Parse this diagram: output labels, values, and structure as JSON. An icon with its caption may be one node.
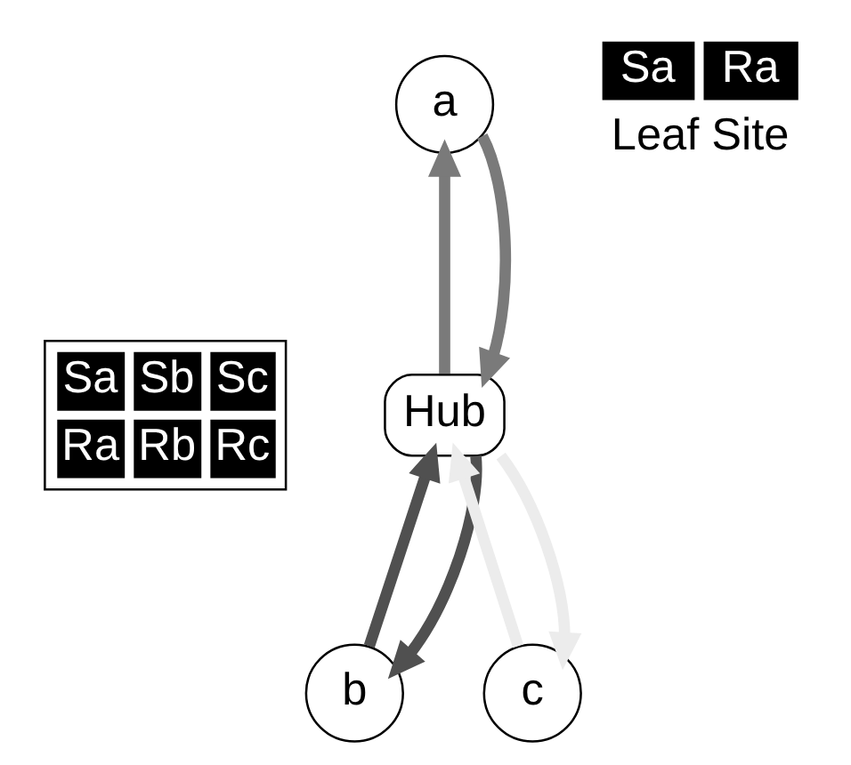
{
  "diagram": {
    "nodes": [
      {
        "text": [
          "a"
        ],
        "beside": [
          "Sa",
          "Ra",
          "Leaf Site"
        ]
      },
      {
        "text": [
          "Hub"
        ],
        "beside": [
          "Sa",
          "Sb",
          "Sc",
          "Ra",
          "Rb",
          "Rc"
        ]
      },
      {
        "text": [
          "b"
        ]
      },
      {
        "text": [
          "c"
        ]
      }
    ],
    "edges": [
      {
        "from": 1,
        "to": 0,
        "arrow": "to",
        "color": "#7a7a7a"
      },
      {
        "from": 0,
        "to": 1,
        "arrow": "to",
        "color": "#7a7a7a"
      },
      {
        "from": 2,
        "to": 1,
        "arrow": "to",
        "color": "#505050"
      },
      {
        "from": 1,
        "to": 2,
        "arrow": "to",
        "color": "#505050"
      },
      {
        "from": 3,
        "to": 1,
        "arrow": "to",
        "color": "#ececec"
      },
      {
        "from": 1,
        "to": 3,
        "arrow": "to",
        "color": "#ececec"
      }
    ]
  }
}
